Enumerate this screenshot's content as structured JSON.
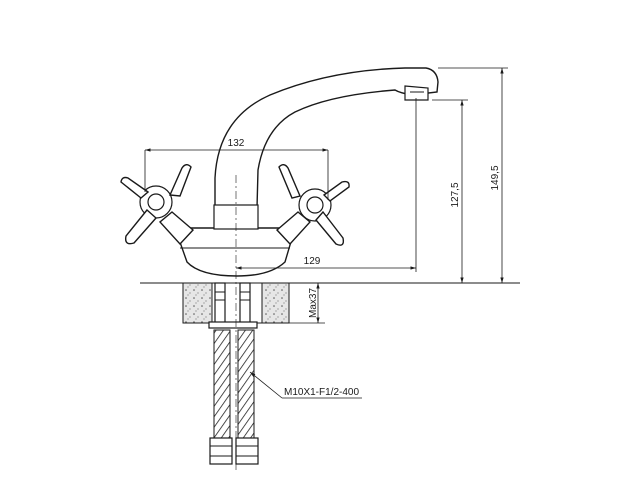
{
  "drawing": {
    "dimensions": {
      "handle_span": "132",
      "spout_reach": "129",
      "spout_height": "127,5",
      "total_height": "149,5",
      "max_counter_thickness": "Max37",
      "hose_spec": "M10X1-F1/2-400"
    }
  }
}
